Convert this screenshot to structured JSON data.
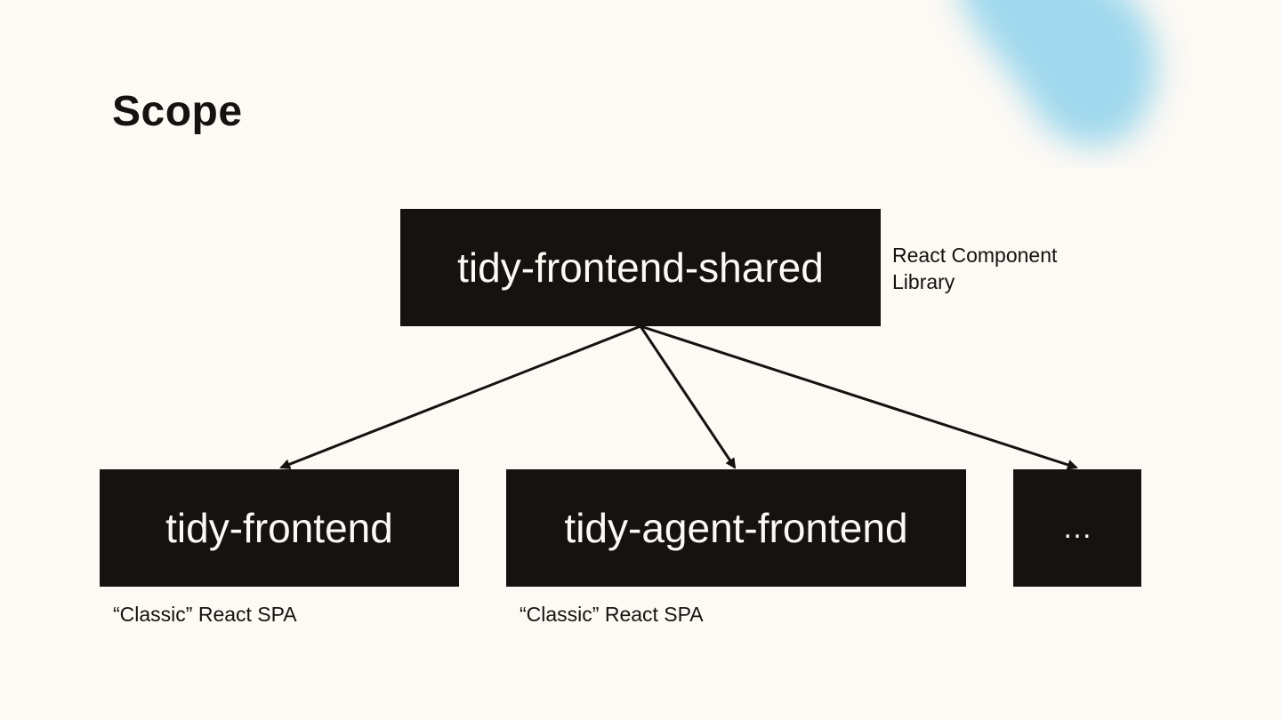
{
  "slide": {
    "title": "Scope",
    "accent_color": "#8fd3ec",
    "background_color": "#fdf9f4",
    "box_color": "#15120f"
  },
  "diagram": {
    "root": {
      "label": "tidy-frontend-shared",
      "note": "React Component Library"
    },
    "children": [
      {
        "label": "tidy-frontend",
        "note": "“Classic” React SPA"
      },
      {
        "label": "tidy-agent-frontend",
        "note": "“Classic” React SPA"
      },
      {
        "label": "…"
      }
    ]
  }
}
